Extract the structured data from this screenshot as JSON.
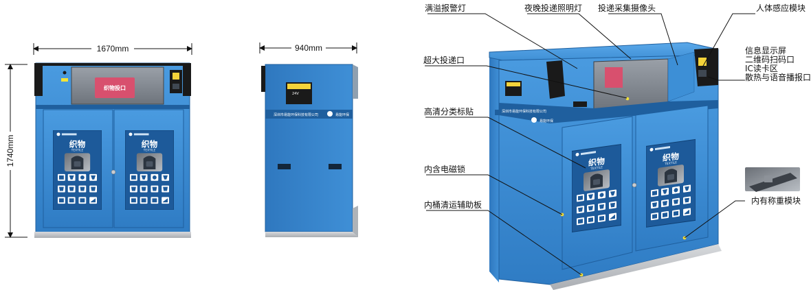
{
  "dimensions": {
    "width": "1670mm",
    "height": "1740mm",
    "depth": "940mm"
  },
  "bin": {
    "panel_label": "织物投口",
    "category_title": "织物",
    "category_subtitle": "TEXTILE",
    "company_name": "深圳市易能环保科技有限公司",
    "brand": "易能环保",
    "voltage": "24V"
  },
  "callouts": {
    "overflow_alarm": "满溢报警灯",
    "night_light": "夜晚投递照明灯",
    "camera": "投递采集摄像头",
    "body_sensor": "人体感应模块",
    "large_opening": "超大投递口",
    "screen": "信息显示屏",
    "qr_scanner": "二维码扫码口",
    "ic_card": "IC读卡区",
    "speaker": "散热与语音播报口",
    "label_sticker": "高清分类标贴",
    "em_lock": "内含电磁锁",
    "weighing": "内有称重模块",
    "assist_board": "内桶清运辅助板"
  },
  "colors": {
    "body_blue": "#3d8fd6",
    "dark_blue": "#1f5f9e",
    "frame_black": "#1a1a1a",
    "window_gray": "#8a8e95",
    "sticker_pink": "#d8506e",
    "callout_dot": "#f2e33a",
    "base_gray": "#bfc3c8"
  },
  "icons": [
    "dimension-arrow-icon",
    "backpack-icon",
    "clothing-icon",
    "brand-logo-icon",
    "qr-code-icon"
  ]
}
